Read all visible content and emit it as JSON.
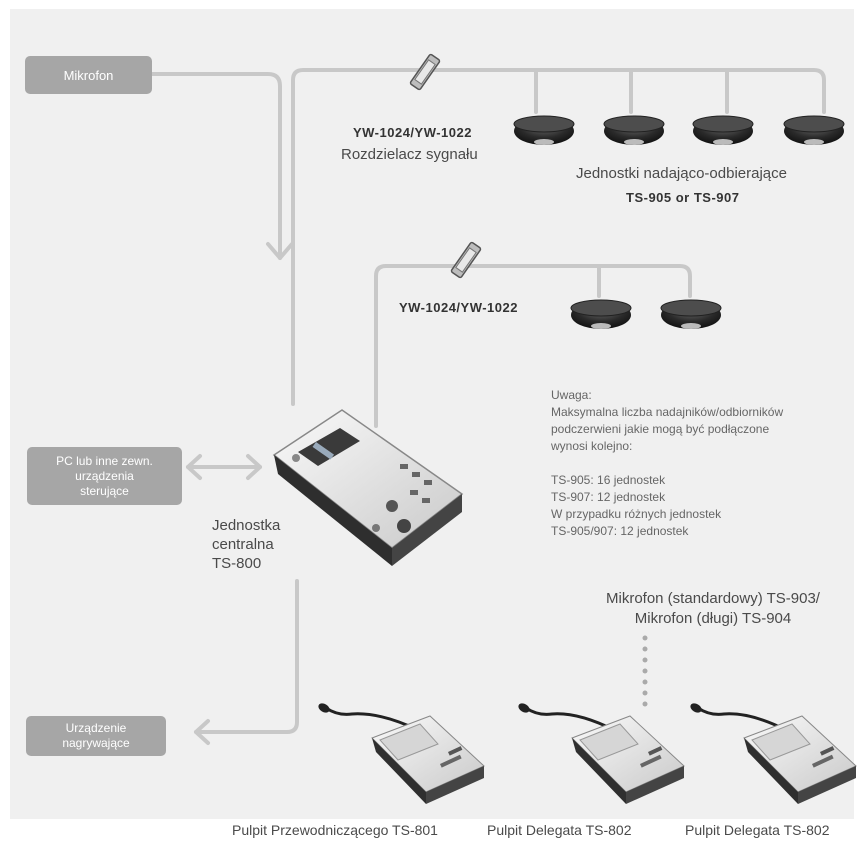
{
  "boxes": {
    "mikrofon": "Mikrofon",
    "pc": [
      "PC lub inne zewn.",
      "urządzenia",
      "sterujące"
    ],
    "recorder": [
      "Urządzenie",
      "nagrywające"
    ]
  },
  "labels": {
    "splitter_model_1": "YW-1024/YW-1022",
    "splitter_name": "Rozdzielacz sygnału",
    "transceivers_name": "Jednostki nadająco-odbierające",
    "transceivers_model": "TS-905 or TS-907",
    "splitter_model_2": "YW-1024/YW-1022",
    "central_unit": [
      "Jednostka",
      "centralna",
      "TS-800"
    ],
    "microphones": [
      "Mikrofon (standardowy) TS-903/",
      "Mikrofon (długi) TS-904"
    ],
    "console_chair": "Pulpit Przewodniczącego TS-801",
    "console_delegate_1": "Pulpit Delegata TS-802",
    "console_delegate_2": "Pulpit Delegata TS-802"
  },
  "note": [
    "Uwaga:",
    "Maksymalna liczba nadajników/odbiorników",
    "podczerwieni jakie mogą być podłączone",
    "wynosi kolejno:",
    "",
    "TS-905: 16 jednostek",
    "TS-907: 12 jednostek",
    "W przypadku różnych jednostek",
    "TS-905/907: 12 jednostek"
  ],
  "colors": {
    "panel": "#f0f0f0",
    "box": "#a6a6a6",
    "wire": "#c8c8c8"
  }
}
